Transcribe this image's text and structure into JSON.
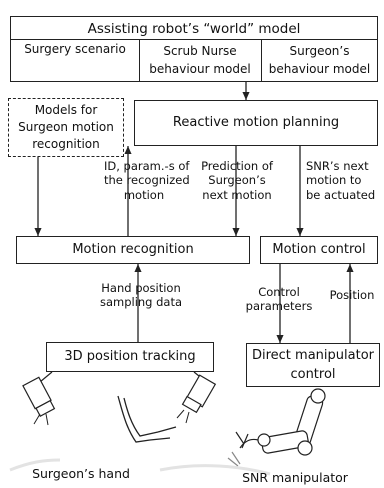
{
  "world_model": {
    "title": "Assisting robot’s “world” model",
    "surgery_scenario": "Surgery scenario",
    "scrub_nurse": [
      "Scrub Nurse",
      "behaviour model"
    ],
    "surgeon_model": [
      "Surgeon’s",
      "behaviour model"
    ]
  },
  "models_box": [
    "Models for",
    "Surgeon motion",
    "recognition"
  ],
  "reactive_planning": "Reactive motion planning",
  "labels": {
    "recognized_motion": [
      "ID, param.-s of",
      "the recognized",
      "motion"
    ],
    "prediction": [
      "Prediction of",
      "Surgeon’s",
      "next motion"
    ],
    "snr_next": [
      "SNR’s next",
      "motion to",
      "be actuated"
    ],
    "hand_position": [
      "Hand position",
      "sampling data"
    ],
    "control_params": [
      "Control",
      "parameters"
    ],
    "position": "Position"
  },
  "motion_recognition": "Motion recognition",
  "motion_control": "Motion control",
  "tracking_3d": "3D position tracking",
  "direct_manipulator": [
    "Direct manipulator",
    "control"
  ],
  "captions": {
    "surgeon_hand": "Surgeon’s hand",
    "snr_manipulator": "SNR manipulator"
  }
}
